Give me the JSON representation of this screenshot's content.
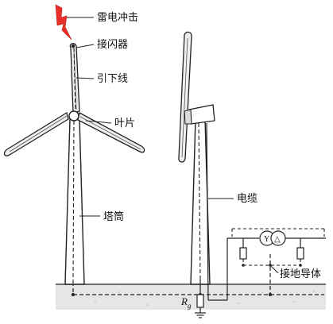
{
  "labels": {
    "lightning": "雷电冲击",
    "air_terminal": "接闪器",
    "down_conductor": "引下线",
    "blade": "叶片",
    "tower": "塔筒",
    "cable": "电缆",
    "ground_conductor": "接地导体",
    "rg_main": "R",
    "rg_sub": "g"
  },
  "transformer": {
    "primary_symbol": "Y",
    "secondary_symbol": "△"
  },
  "colors": {
    "lightning": "#e8302a",
    "ground": "#e6e6e6",
    "stroke": "#222222",
    "blade_fill": "#eeeeee"
  }
}
